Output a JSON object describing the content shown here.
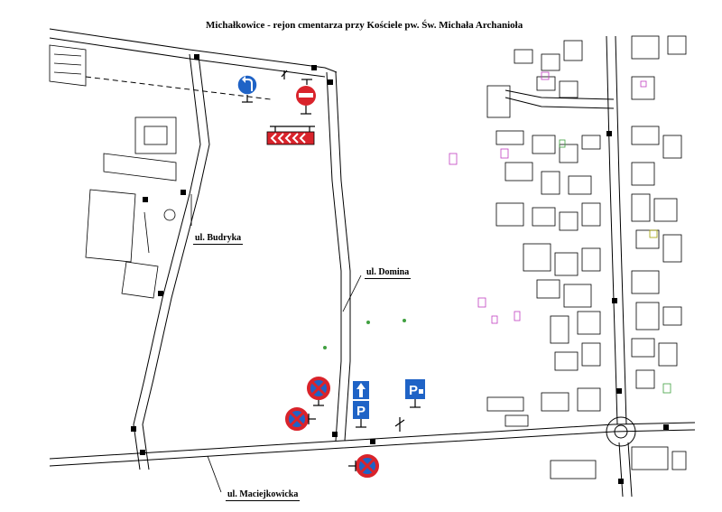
{
  "title": "Michałkowice - rejon cmentarza przy Kościele pw. Św. Michała Archanioła",
  "streets": {
    "budryka": "ul. Budryka",
    "domina": "ul. Domina",
    "maciejkowicka": "ul. Maciejkowicka"
  },
  "signs": {
    "turn_left": "turn-left-sign",
    "no_entry": "no-entry-sign",
    "chevron_board": "chevron-board-sign",
    "no_stopping": "no-stopping-sign",
    "one_way_parking": "one-way-parking-sign",
    "parking": "parking-sign"
  },
  "colors": {
    "sign_blue": "#1f63c6",
    "sign_red": "#d9232b",
    "map_line": "#000000",
    "accent_magenta": "#c040c0",
    "accent_green": "#40a040"
  }
}
